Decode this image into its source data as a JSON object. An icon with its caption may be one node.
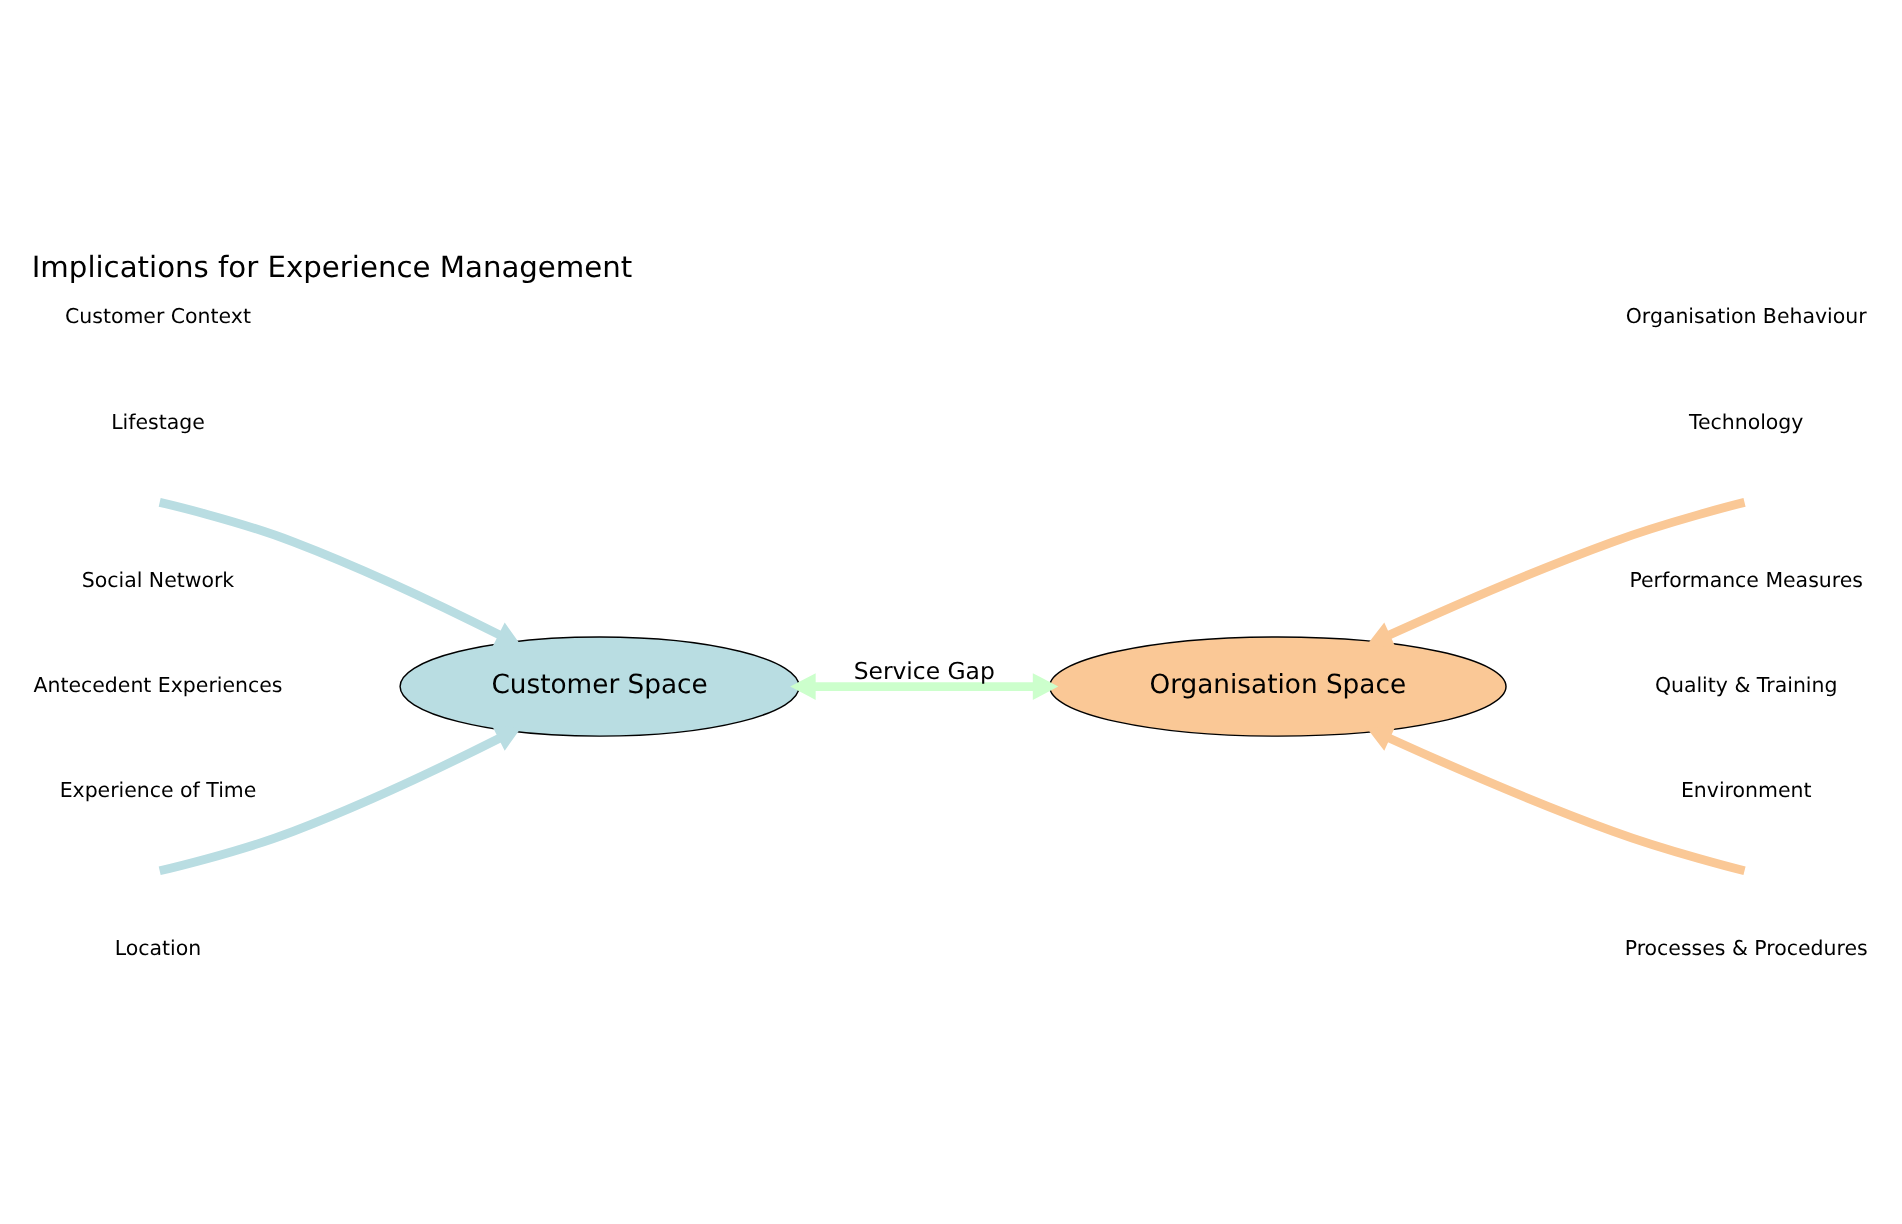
{
  "diagram": {
    "title": "Implications for Experience Management",
    "nodes": [
      {
        "text": [
          "Customer Space"
        ]
      },
      {
        "text": [
          "Organisation Space"
        ]
      }
    ],
    "edges": [
      {
        "from": null,
        "to": 0,
        "arrow": "to",
        "color": "#b9dde2"
      },
      {
        "from": null,
        "to": 0,
        "arrow": "to",
        "color": "#b9dde2"
      },
      {
        "from": null,
        "to": 1,
        "arrow": "to",
        "color": "#fac896"
      },
      {
        "from": null,
        "to": 1,
        "arrow": "to",
        "color": "#fac896"
      },
      {
        "from": 0,
        "to": 1,
        "arrow": "both",
        "label": "Service Gap",
        "color": "#ccffcc"
      }
    ],
    "labels": [
      "Customer Context",
      "Lifestage",
      "Social Network",
      "Antecedent Experiences",
      "Experience of Time",
      "Location",
      "Organisation Behaviour",
      "Technology",
      "Performance Measures",
      "Quality & Training",
      "Environment",
      "Processes & Procedures"
    ]
  }
}
